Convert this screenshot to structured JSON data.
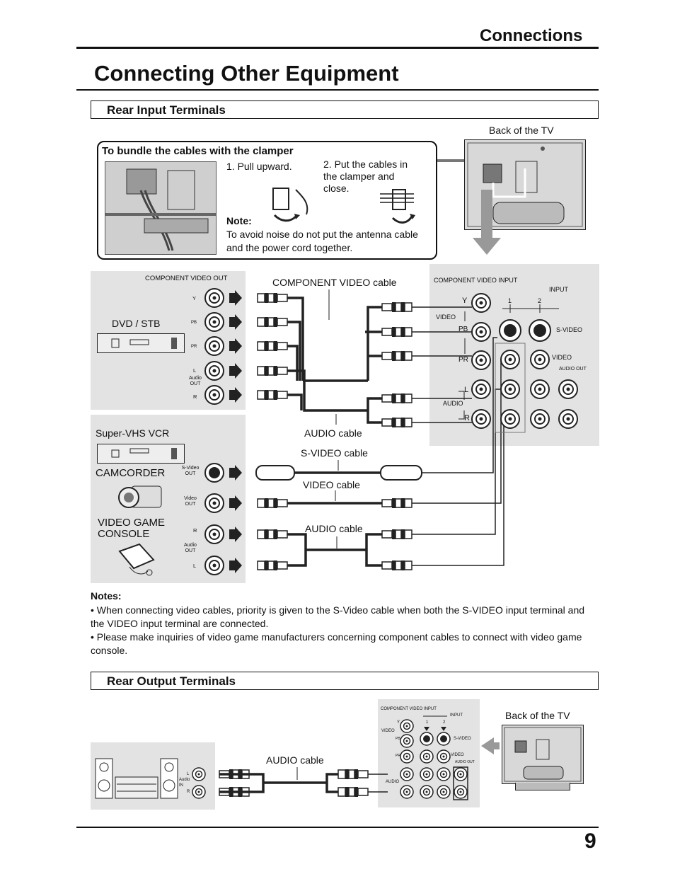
{
  "header": {
    "section": "Connections",
    "title": "Connecting Other Equipment",
    "page_number": "9"
  },
  "rear_input": {
    "heading": "Rear Input Terminals",
    "back_of_tv": "Back of the TV",
    "clamper": {
      "title": "To bundle the cables with the clamper",
      "step1": "1. Pull upward.",
      "step2": "2. Put the cables in the clamper and close.",
      "note_label": "Note:",
      "note_text": "To avoid noise do not put the antenna cable and the power cord together."
    },
    "devices": {
      "dvd_stb": "DVD / STB",
      "component_video_out": "COMPONENT VIDEO OUT",
      "y": "Y",
      "pb": "PB",
      "pr": "PR",
      "l": "L",
      "r": "R",
      "audio_out": "Audio OUT",
      "super_vhs": "Super-VHS VCR",
      "camcorder": "CAMCORDER",
      "game_console": "VIDEO GAME CONSOLE",
      "s_video_out": "S-Video OUT",
      "video_out": "Video OUT",
      "audio_out2": "Audio OUT"
    },
    "cables": {
      "component": "COMPONENT VIDEO cable",
      "audio1": "AUDIO cable",
      "svideo": "S-VIDEO cable",
      "video": "VIDEO cable",
      "audio2": "AUDIO cable"
    },
    "tv_panel": {
      "component_video_input": "COMPONENT VIDEO INPUT",
      "input": "INPUT",
      "in1": "1",
      "in2": "2",
      "y": "Y",
      "video": "VIDEO",
      "pb": "PB",
      "pr": "PR",
      "s_video": "S-VIDEO",
      "video2": "VIDEO",
      "audio_out": "AUDIO OUT",
      "l": "L",
      "audio": "AUDIO",
      "r": "R"
    }
  },
  "notes": {
    "label": "Notes:",
    "items": [
      "• When connecting video cables, priority is given to the S-Video cable when both the S-VIDEO input terminal and the VIDEO input terminal are connected.",
      "• Please make inquiries of video game manufacturers concerning component cables to connect with video game console."
    ]
  },
  "rear_output": {
    "heading": "Rear Output Terminals",
    "audio_cable": "AUDIO cable",
    "back_of_tv": "Back of the TV",
    "audio_in": "Audio IN",
    "l": "L",
    "r": "R",
    "panel": {
      "component_video_input": "COMPONENT VIDEO INPUT",
      "input": "INPUT",
      "in1": "1",
      "in2": "2",
      "y": "Y",
      "video": "VIDEO",
      "pb": "PB",
      "pr": "PR",
      "s_video": "S-VIDEO",
      "video2": "VIDEO",
      "audio_out": "AUDIO OUT",
      "audio": "AUDIO"
    }
  }
}
